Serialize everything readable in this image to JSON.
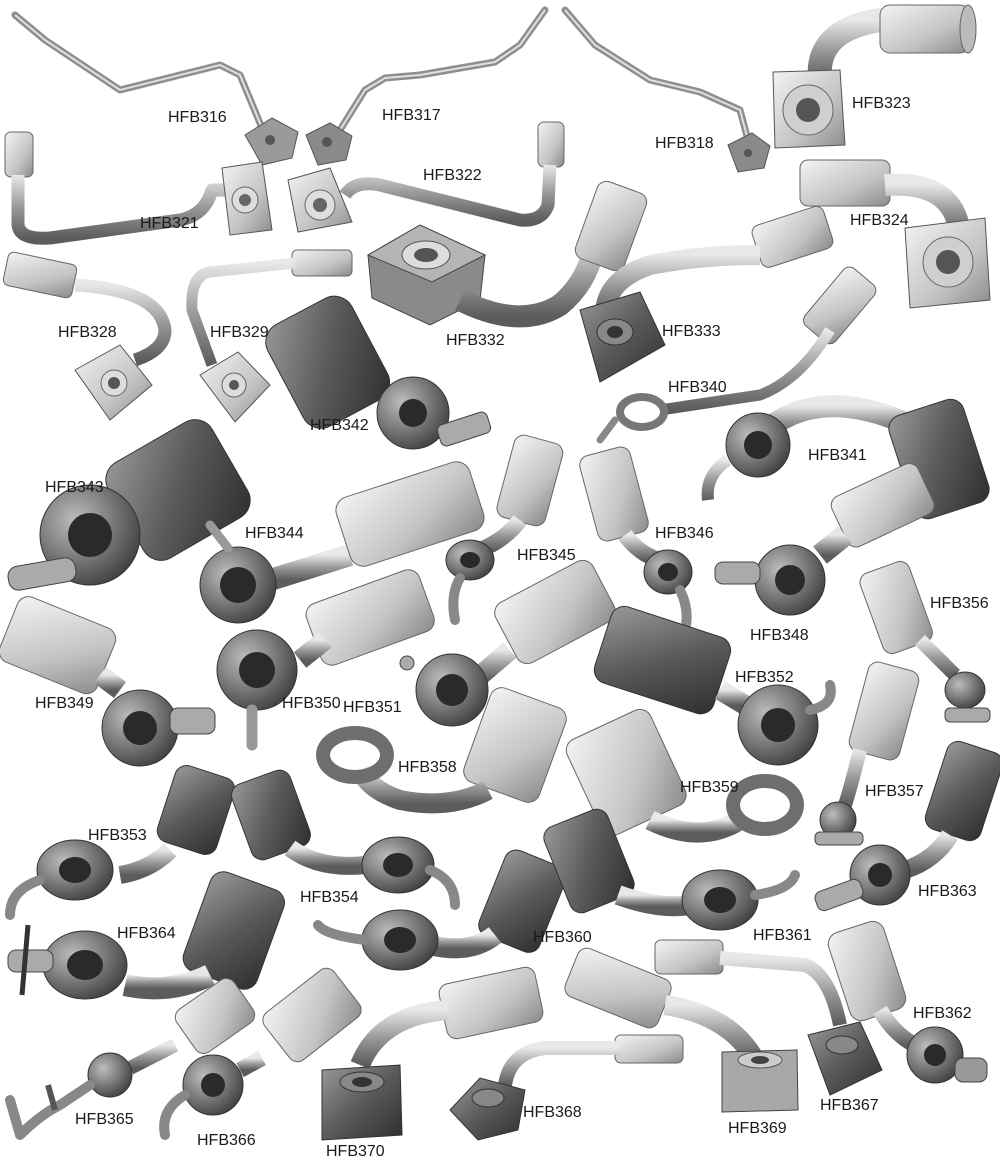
{
  "labels": {
    "hfb316": "HFB316",
    "hfb317": "HFB317",
    "hfb318": "HFB318",
    "hfb321": "HFB321",
    "hfb322": "HFB322",
    "hfb323": "HFB323",
    "hfb324": "HFB324",
    "hfb328": "HFB328",
    "hfb329": "HFB329",
    "hfb332": "HFB332",
    "hfb333": "HFB333",
    "hfb340": "HFB340",
    "hfb341": "HFB341",
    "hfb342": "HFB342",
    "hfb343": "HFB343",
    "hfb344": "HFB344",
    "hfb345": "HFB345",
    "hfb346": "HFB346",
    "hfb348": "HFB348",
    "hfb349": "HFB349",
    "hfb350": "HFB350",
    "hfb351": "HFB351",
    "hfb352": "HFB352",
    "hfb353": "HFB353",
    "hfb354": "HFB354",
    "hfb356": "HFB356",
    "hfb357": "HFB357",
    "hfb358": "HFB358",
    "hfb359": "HFB359",
    "hfb360": "HFB360",
    "hfb361": "HFB361",
    "hfb362": "HFB362",
    "hfb363": "HFB363",
    "hfb364": "HFB364",
    "hfb365": "HFB365",
    "hfb366": "HFB366",
    "hfb367": "HFB367",
    "hfb368": "HFB368",
    "hfb369": "HFB369",
    "hfb370": "HFB370"
  },
  "colors": {
    "light_metal": "#cfcfcf",
    "mid_metal": "#8e8e8e",
    "dark_metal": "#4a4a4a",
    "label": "#1a1a1a"
  }
}
